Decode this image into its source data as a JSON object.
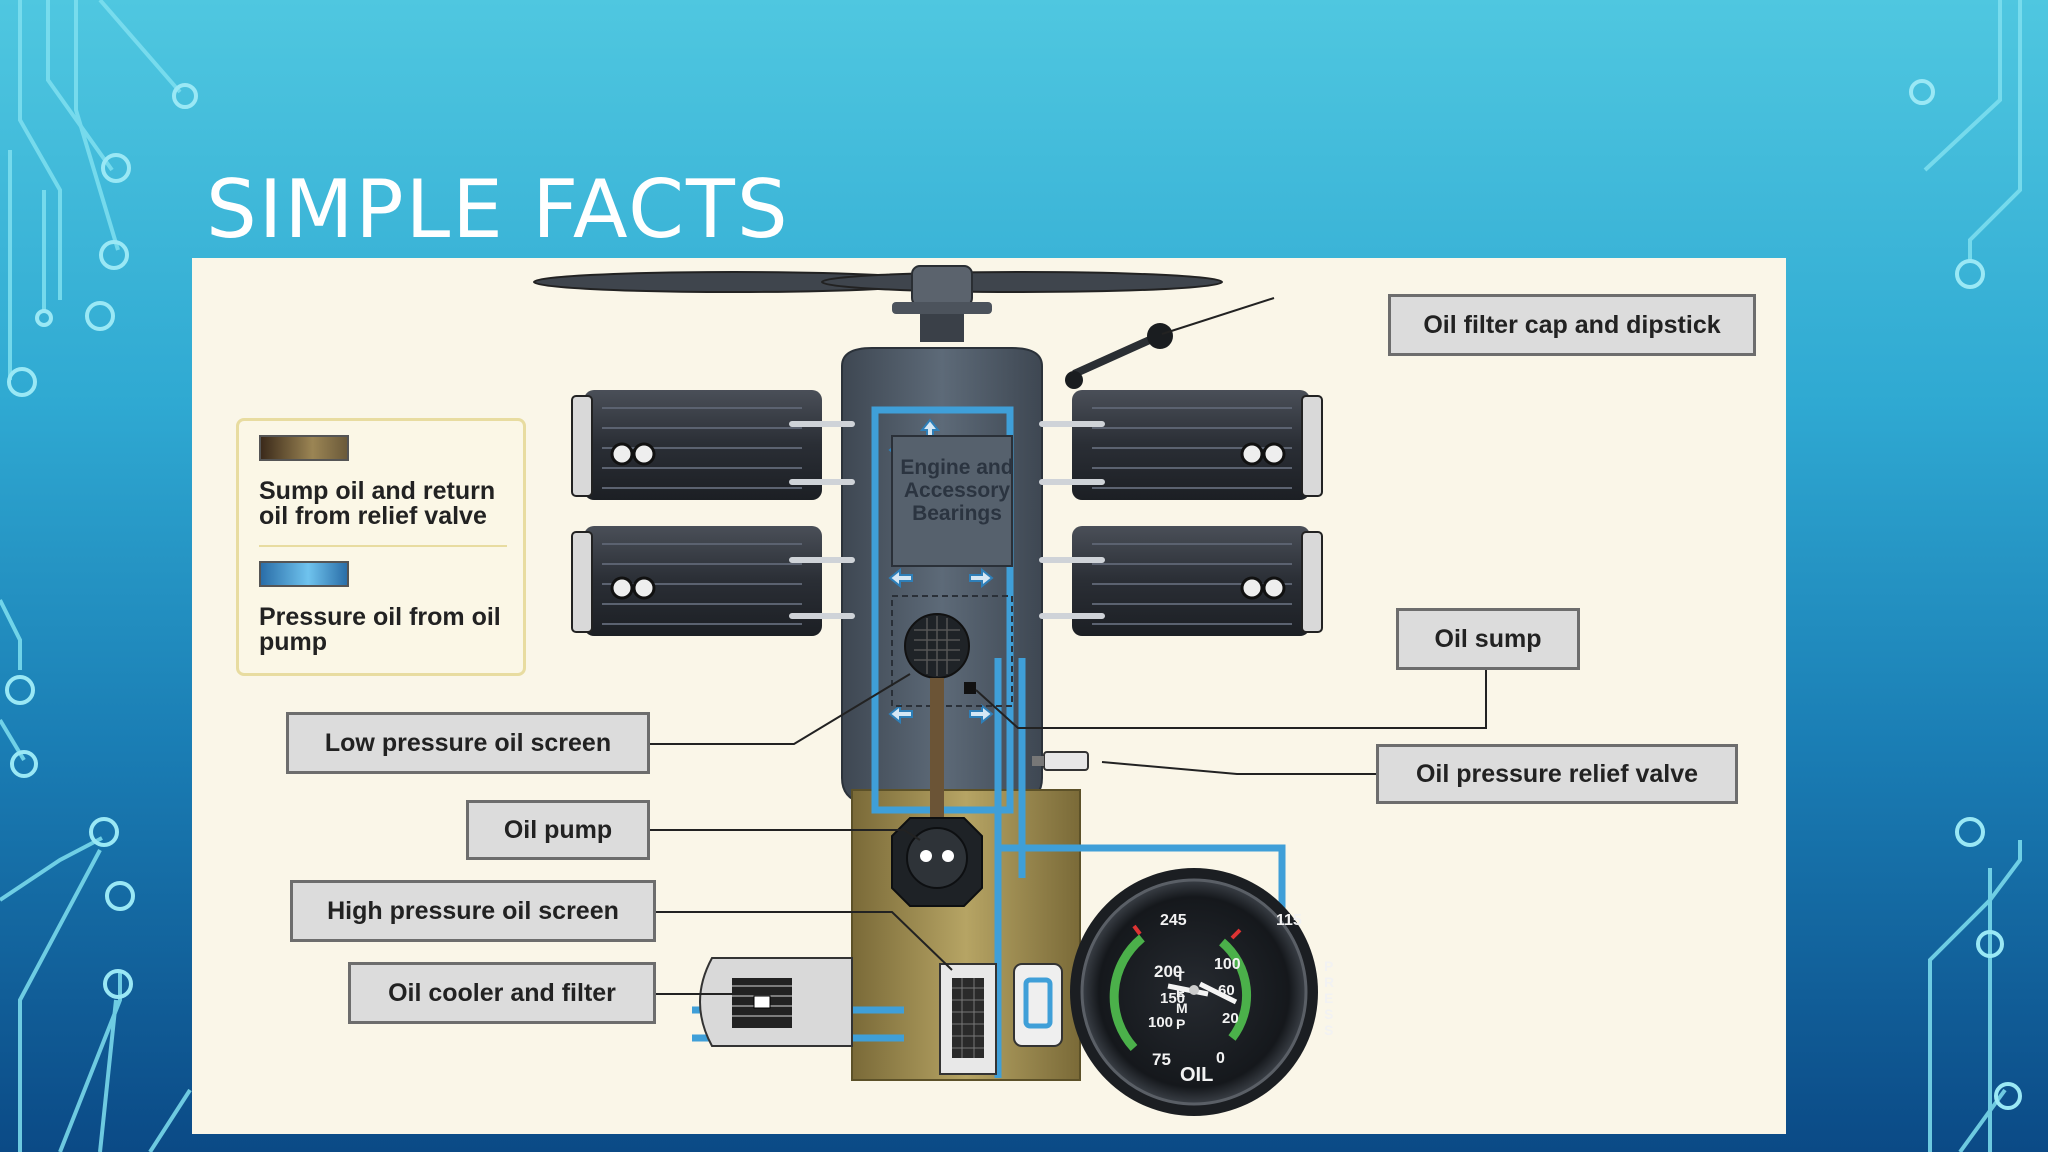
{
  "slide": {
    "title": "SIMPLE FACTS"
  },
  "legend": {
    "sump_text": "Sump oil and return oil from relief valve",
    "pressure_text": "Pressure oil from oil pump"
  },
  "engine_label": "Engine and Accessory Bearings",
  "callouts": {
    "filter_cap": "Oil filter cap and dipstick",
    "oil_sump": "Oil sump",
    "relief_valve": "Oil pressure relief valve",
    "low_screen": "Low pressure oil screen",
    "oil_pump": "Oil pump",
    "high_screen": "High pressure oil screen",
    "cooler": "Oil cooler and filter"
  },
  "gauge": {
    "temp_top": "245",
    "temp_200": "200",
    "temp_150": "150",
    "temp_100": "100",
    "temp_75": "75",
    "press_115": "115",
    "press_100": "100",
    "press_60": "60",
    "press_20": "20",
    "press_0": "0",
    "temp_word": "TEMP",
    "press_word": "PRESS",
    "oil_word": "OIL"
  },
  "colors": {
    "pressure_oil": "#3f9fd8",
    "sump_oil": "#8a7a45",
    "engine_body": "#4d5866"
  }
}
